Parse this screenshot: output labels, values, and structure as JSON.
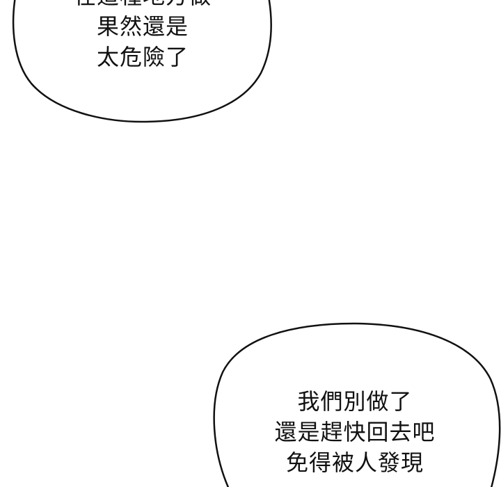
{
  "bubbles": [
    {
      "lines": [
        "在這種地方做",
        "果然還是",
        "太危險了"
      ]
    },
    {
      "lines": [
        "我們別做了",
        "還是趕快回去吧",
        "免得被人發現"
      ]
    }
  ]
}
